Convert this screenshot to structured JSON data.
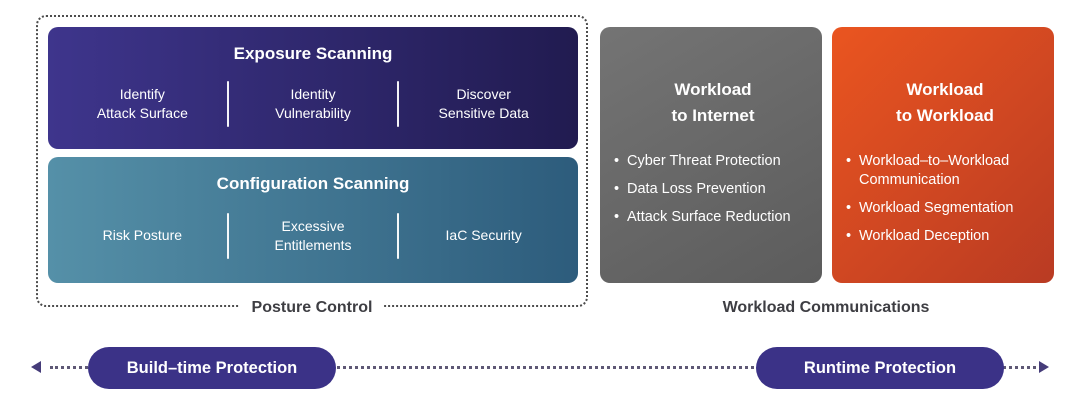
{
  "glyphs": {
    "bullet": "•"
  },
  "posture_control": {
    "label": "Posture Control",
    "exposure_scanning": {
      "title": "Exposure Scanning",
      "items": [
        "Identify\nAttack Surface",
        "Identity\nVulnerability",
        "Discover\nSensitive Data"
      ]
    },
    "configuration_scanning": {
      "title": "Configuration Scanning",
      "items": [
        "Risk Posture",
        "Excessive\nEntitlements",
        "IaC Security"
      ]
    }
  },
  "workload_communications": {
    "label": "Workload Communications",
    "workload_to_internet": {
      "title": "Workload\nto Internet",
      "bullets": [
        "Cyber Threat Protection",
        "Data Loss Prevention",
        "Attack Surface Reduction"
      ]
    },
    "workload_to_workload": {
      "title": "Workload\nto Workload",
      "bullets": [
        "Workload–to–Workload Communication",
        "Workload Segmentation",
        "Workload Deception"
      ]
    }
  },
  "timeline": {
    "build_time_label": "Build–time Protection",
    "runtime_label": "Runtime Protection"
  },
  "colors": {
    "exposure_gradient_start": "#3E358C",
    "exposure_gradient_end": "#211B50",
    "configuration_gradient_start": "#5590A8",
    "configuration_gradient_end": "#2D5C7C",
    "internet_gradient_start": "#747474",
    "internet_gradient_end": "#5C5C5C",
    "workload_gradient_start": "#EA5520",
    "workload_gradient_end": "#B93B23",
    "pill_background": "#3B3287",
    "label_text": "#3E3E43"
  }
}
